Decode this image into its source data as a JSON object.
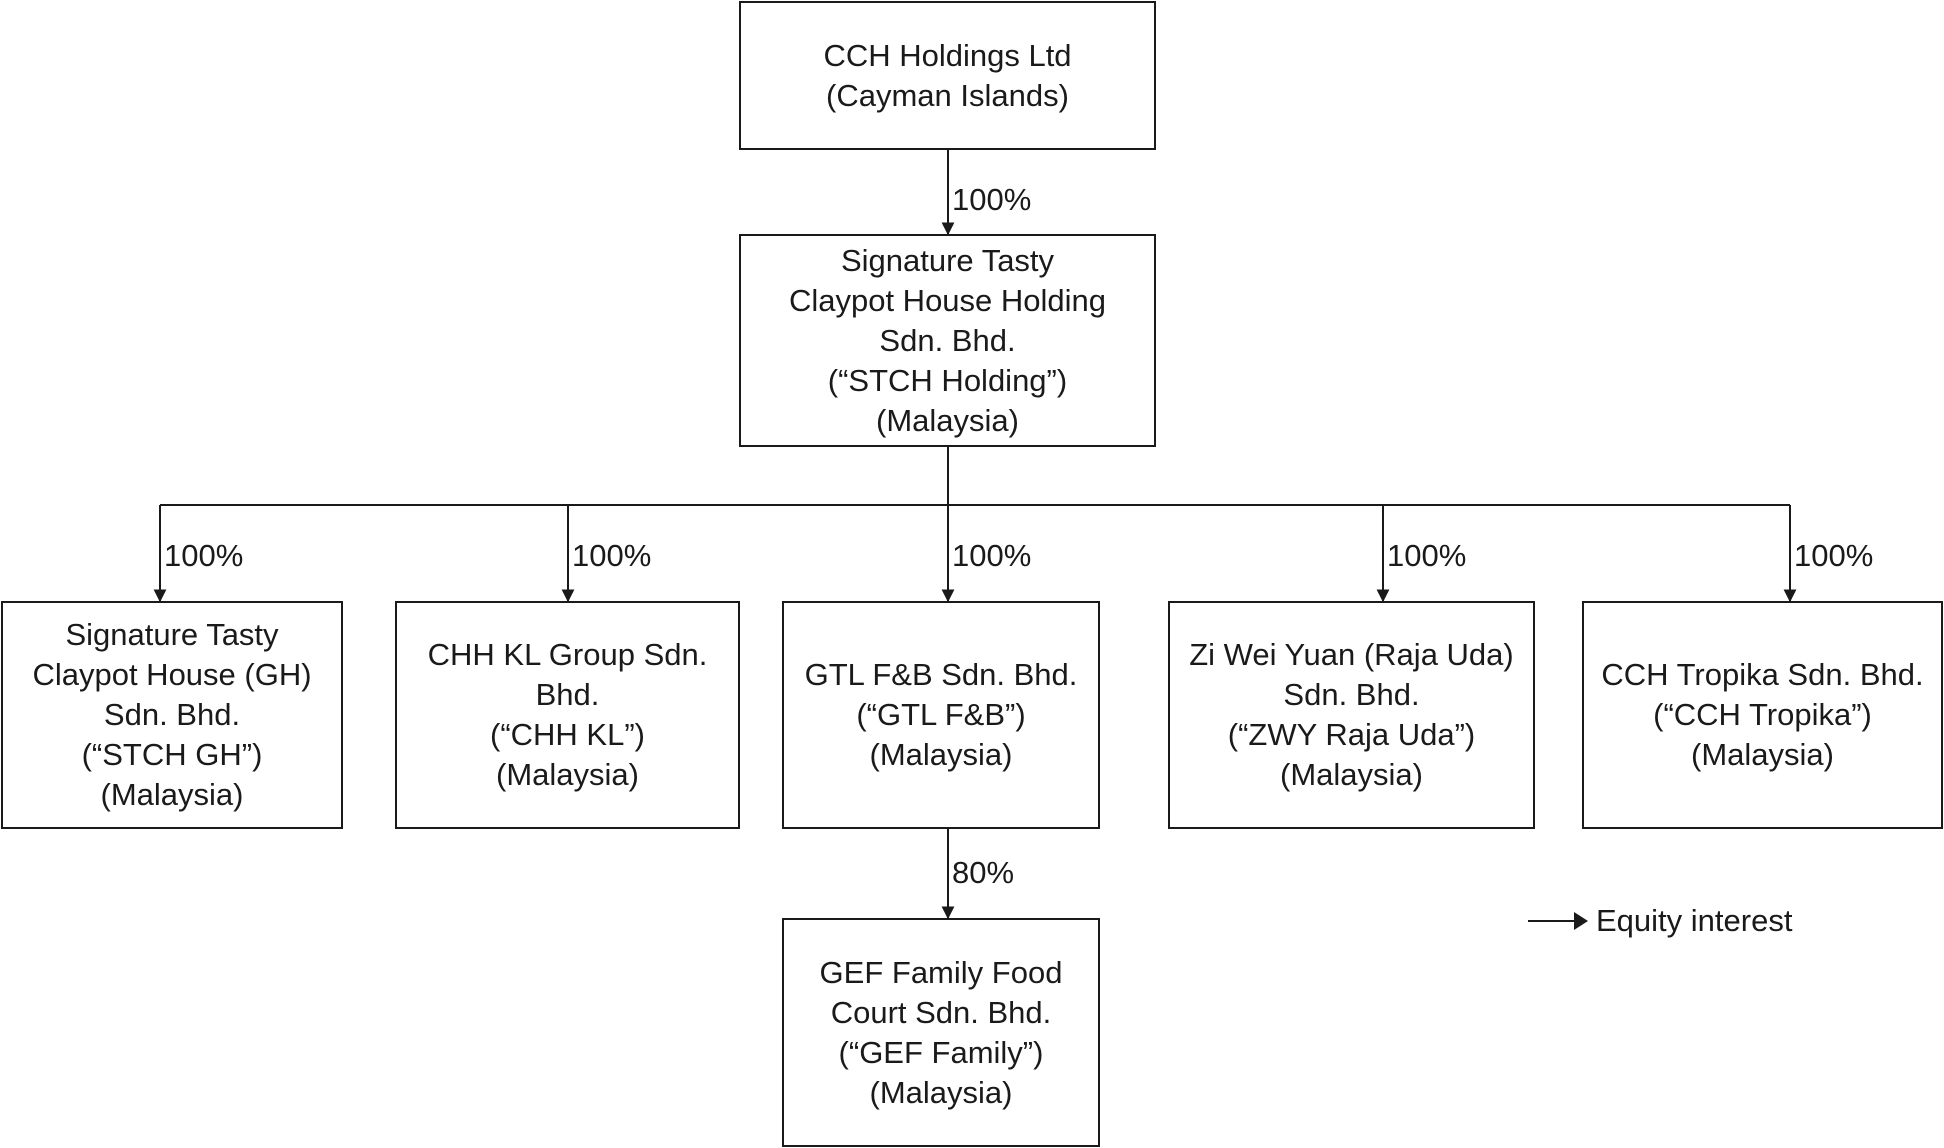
{
  "nodes": {
    "cch_holdings": [
      "CCH Holdings Ltd",
      "(Cayman Islands)"
    ],
    "stch_holding": [
      "Signature Tasty",
      "Claypot House Holding",
      "Sdn. Bhd.",
      "(“STCH Holding”)",
      "(Malaysia)"
    ],
    "stch_gh": [
      "Signature Tasty",
      "Claypot House (GH)",
      "Sdn. Bhd.",
      "(“STCH GH”)",
      "(Malaysia)"
    ],
    "chh_kl": [
      "CHH KL Group Sdn.",
      "Bhd.",
      "(“CHH KL”)",
      "(Malaysia)"
    ],
    "gtl_fb": [
      "GTL F&B Sdn. Bhd.",
      "(“GTL F&B”)",
      "(Malaysia)"
    ],
    "zwy_raja_uda": [
      "Zi Wei Yuan (Raja Uda)",
      "Sdn. Bhd.",
      "(“ZWY Raja Uda”)",
      "(Malaysia)"
    ],
    "cch_tropika": [
      "CCH Tropika Sdn. Bhd.",
      "(“CCH Tropika”)",
      "(Malaysia)"
    ],
    "gef_family": [
      "GEF Family Food",
      "Court Sdn. Bhd.",
      "(“GEF Family”)",
      "(Malaysia)"
    ]
  },
  "edges": {
    "cch_to_stch": "100%",
    "stch_to_gh": "100%",
    "stch_to_chhkl": "100%",
    "stch_to_gtl": "100%",
    "stch_to_zwy": "100%",
    "stch_to_tropika": "100%",
    "gtl_to_gef": "80%"
  },
  "legend": {
    "label": "Equity interest"
  }
}
